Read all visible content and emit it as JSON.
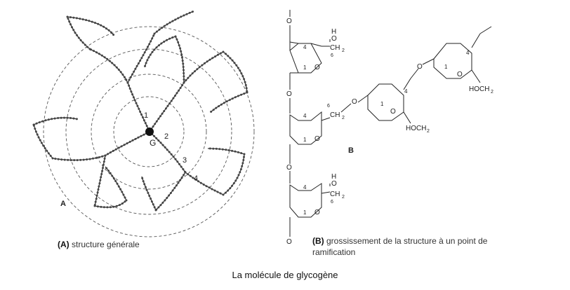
{
  "panel_a": {
    "letter": "A",
    "core_label": "G",
    "tier_labels": [
      "1",
      "2",
      "3",
      "4"
    ],
    "caption_letter": "(A)",
    "caption_text": " structure générale"
  },
  "panel_b": {
    "letter": "B",
    "atoms": {
      "o": "O",
      "h": "H",
      "ch2": "CH",
      "sub2": "2",
      "c6": "6",
      "c4": "4",
      "c1": "1",
      "hoch2": "HOCH",
      "ch2_short": "CH"
    },
    "caption_letter": "(B)",
    "caption_line1": " grossissement de la structure à un point de",
    "caption_line2": "ramification"
  },
  "title": "La molécule de glycogène"
}
